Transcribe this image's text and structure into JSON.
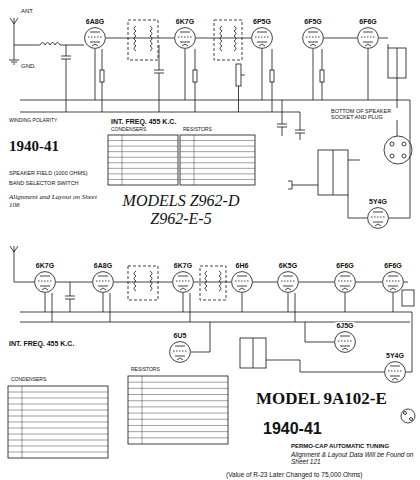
{
  "diagram": {
    "nodes": [
      {
        "text": [
          "6A8G"
        ]
      },
      {
        "text": [
          "6K7G"
        ]
      },
      {
        "text": [
          "6P5G"
        ]
      },
      {
        "text": [
          "6F5G"
        ]
      },
      {
        "text": [
          "6F6G"
        ]
      },
      {
        "text": [
          "5Y4G"
        ]
      },
      {
        "text": [
          "6K7G"
        ]
      },
      {
        "text": [
          "6A8G"
        ]
      },
      {
        "text": [
          "6K7G"
        ]
      },
      {
        "text": [
          "6H6"
        ]
      },
      {
        "text": [
          "6K5G"
        ]
      },
      {
        "text": [
          "6F6G"
        ]
      },
      {
        "text": [
          "6F6G"
        ]
      },
      {
        "text": [
          "6J5G"
        ]
      },
      {
        "text": [
          "6U5"
        ]
      },
      {
        "text": [
          "5Y4G"
        ]
      }
    ],
    "edges": [
      {
        "from": 0,
        "to": 1,
        "arrow": "none"
      },
      {
        "from": 1,
        "to": 2,
        "arrow": "none"
      },
      {
        "from": 3,
        "to": 4,
        "arrow": "none"
      },
      {
        "from": 6,
        "to": 7,
        "arrow": "none"
      },
      {
        "from": 7,
        "to": 8,
        "arrow": "none"
      },
      {
        "from": 8,
        "to": 9,
        "arrow": "none"
      },
      {
        "from": 9,
        "to": 10,
        "arrow": "none"
      },
      {
        "from": 10,
        "to": 11,
        "arrow": "none"
      },
      {
        "from": 11,
        "to": 12,
        "arrow": "none"
      }
    ],
    "labels": [
      "ANT.",
      "GND.",
      "INT. FREQ. 455 K.C.",
      "CONDENSERS",
      "RESISTORS",
      "WINDING POLARITY",
      "1940-41",
      "SPEAKER FIELD (1000 OHMS)",
      "BAND SELECTOR SWITCH",
      "Alignment and Layout on Sheet 108",
      "MODELS Z962-D Z962-E-5",
      "BOTTOM OF SPEAKER SOCKET AND PLUG",
      "INT. FREQ. 455 K.C.",
      "CONDENSERS",
      "RESISTORS",
      "MODEL 9A102-E",
      "1940-41",
      "PERMO-CAP AUTOMATIC TUNING",
      "Alignment & Layout Data Will be Found on Sheet 121",
      "(Value of R-23 Later Changed to 75,000 Ohms)"
    ]
  }
}
